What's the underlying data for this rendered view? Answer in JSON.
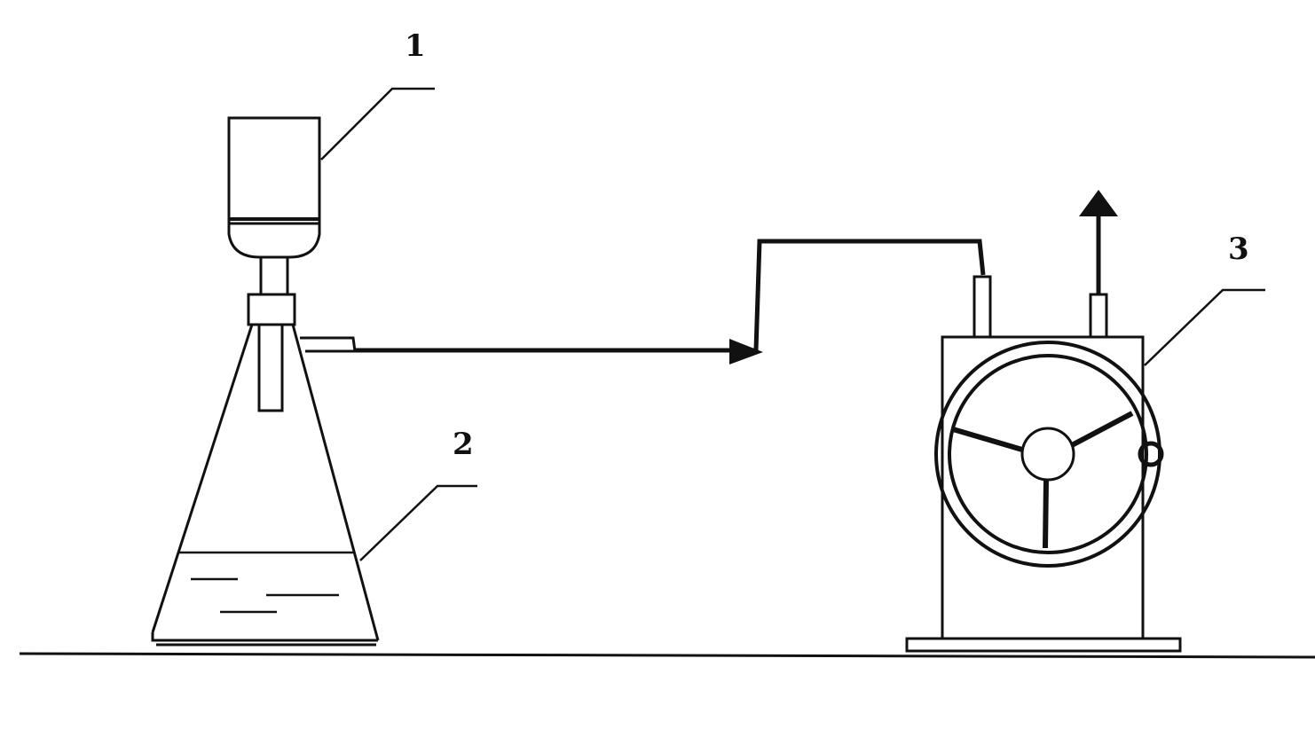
{
  "diagram": {
    "labels": {
      "funnel": "1",
      "flask": "2",
      "pump": "3"
    },
    "colors": {
      "ink": "#111111",
      "paper": "#ffffff"
    }
  }
}
